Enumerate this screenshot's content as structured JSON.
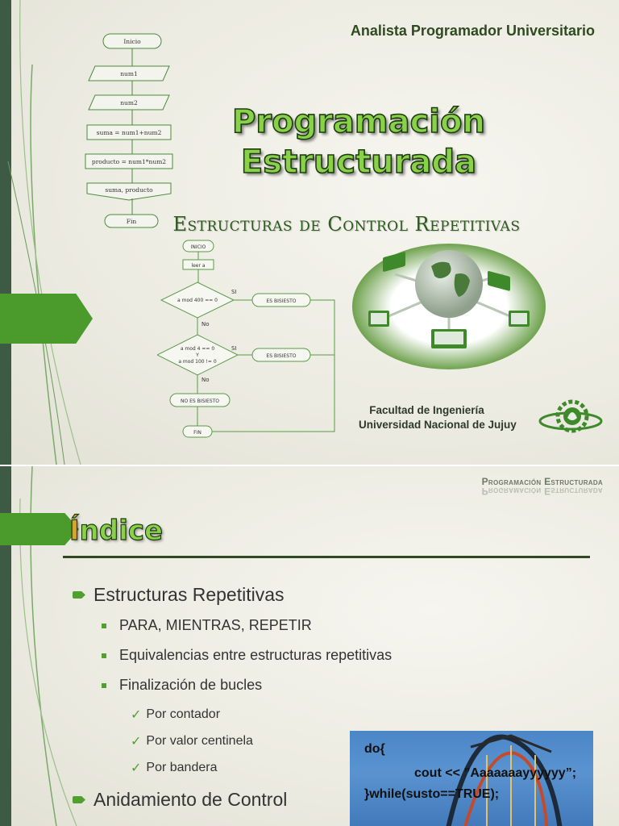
{
  "slide1": {
    "header": "Analista Programador Universitario",
    "title_line1": "Programación",
    "title_line2": "Estructurada",
    "subtitle": "Estructuras de Control Repetitivas",
    "faculty_line1": "Facultad de Ingeniería",
    "faculty_line2": "Universidad Nacional de Jujuy",
    "flowchart1": {
      "start": "Inicio",
      "input1": "num1",
      "input2": "num2",
      "op1": "suma = num1+num2",
      "op2": "producto = num1*num2",
      "output": "suma, producto",
      "end": "Fin"
    },
    "flowchart2": {
      "start": "INICIO",
      "read": "leer a",
      "cond1": "a mod 400 == 0",
      "cond2_a": "a mod 4 == 0",
      "cond2_b": "Y",
      "cond2_c": "a mod 100 != 0",
      "yes": "SI",
      "no": "No",
      "res_yes": "ES BISIESTO",
      "res_no": "NO ES BISIESTO",
      "end": "FIN"
    }
  },
  "slide2": {
    "footer": "Programación Estructurada",
    "title_first": "Í",
    "title_rest": "ndice",
    "items": [
      "Estructuras Repetitivas",
      "PARA, MIENTRAS, REPETIR",
      "Equivalencias entre estructuras repetitivas",
      "Finalización de bucles",
      "Por contador",
      "Por valor centinela",
      "Por bandera",
      "Anidamiento de Control"
    ],
    "code": {
      "line1": "do{",
      "line2": "cout << ”Aaaaaaayyyyyy”;",
      "line3": "}while(susto==TRUE);"
    }
  }
}
